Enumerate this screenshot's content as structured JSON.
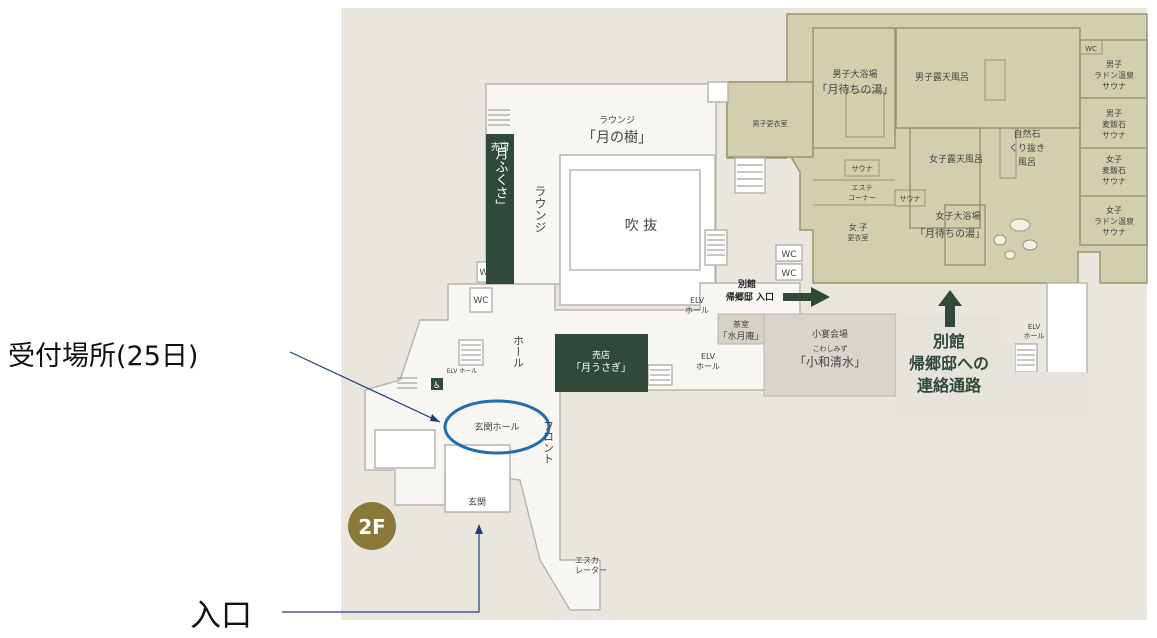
{
  "floor_badge": "2F",
  "callouts": {
    "reception": "受付場所(25日)",
    "entrance": "入口"
  },
  "labels": {
    "lounge_top": "ラウンジ",
    "lounge_top_name": "「月の樹」",
    "shop_left_head": "売店",
    "shop_left_name": "「月ふくさ」",
    "lounge_side": "ラウンジ",
    "atrium": "吹 抜",
    "wc": "WC",
    "hall": "ホール",
    "shop_center_head": "売店",
    "shop_center_name": "「月うさぎ」",
    "elv_hall": "ELV ホール",
    "elv": "ELV",
    "hall_small": "ホール",
    "genkan_hall": "玄関ホール",
    "front": "フロント",
    "genkan": "玄関",
    "escalator_1": "エスカ",
    "escalator_2": "レーター",
    "mens_changing": "男子更衣室",
    "mens_bath_1": "男子大浴場",
    "mens_bath_2": "「月待ちの湯」",
    "mens_open_bath": "男子露天風呂",
    "natural_stone_1": "自然石",
    "natural_stone_2": "くり抜き",
    "natural_stone_3": "風呂",
    "womens_open_bath": "女子露天風呂",
    "sauna": "サウナ",
    "este_1": "エステ",
    "este_2": "コーナー",
    "womens_changing_1": "女 子",
    "womens_changing_2": "更衣室",
    "womens_bath_1": "女子大浴場",
    "womens_bath_2": "「月待ちの湯」",
    "sauna_m_radon_1": "男子",
    "sauna_m_radon_2": "ラドン温泉",
    "sauna_m_radon_3": "サウナ",
    "sauna_m_bakuhan_1": "男子",
    "sauna_m_bakuhan_2": "麦飯石",
    "sauna_m_bakuhan_3": "サウナ",
    "sauna_w_bakuhan_1": "女子",
    "sauna_w_bakuhan_2": "麦飯石",
    "sauna_w_bakuhan_3": "サウナ",
    "sauna_w_radon_1": "女子",
    "sauna_w_radon_2": "ラドン温泉",
    "sauna_w_radon_3": "サウナ",
    "annex_entrance_1": "別館",
    "annex_entrance_2": "帰郷邸 入口",
    "tearoom_1": "茶室",
    "tearoom_2": "「水月庵」",
    "banquet_1": "小宴会場",
    "banquet_ruby": "こわしみず",
    "banquet_2": "「小和清水」",
    "annex_passage_1": "別館",
    "annex_passage_2": "帰郷邸への",
    "annex_passage_3": "連絡通路",
    "elv_hall_small": "ELV ホール"
  },
  "colors": {
    "map_bg": "#e9e6dd",
    "bath_area": "#d2cfae",
    "bath_line": "#9a9670",
    "dark_green": "#2f4a3a",
    "banquet": "#d9d5cd",
    "passage": "#e5e3dc",
    "highlight_ring": "#1f6fb5",
    "badge": "#8a7a3a",
    "callout_line": "#1f3f7a"
  },
  "icons": [
    "arrow-right-icon",
    "arrow-up-icon",
    "accessible-wc-icon",
    "floor-badge-icon"
  ]
}
